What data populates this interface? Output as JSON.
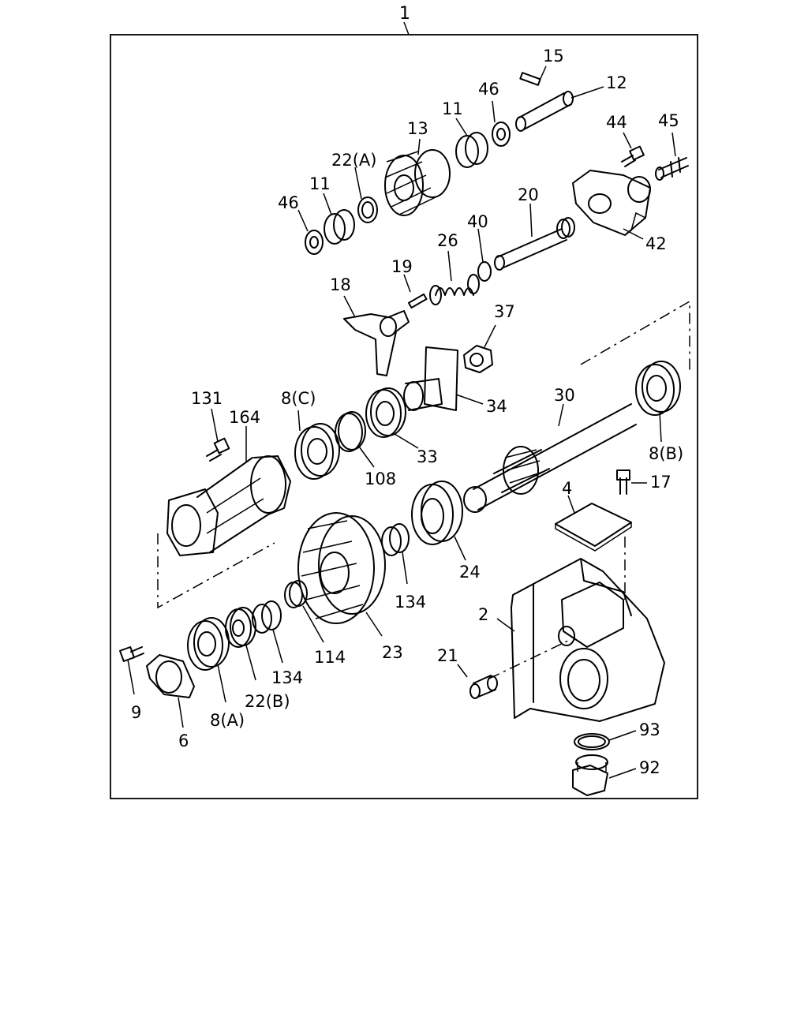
{
  "diagram_title_ref": "1",
  "callouts": {
    "p1": "1",
    "p2": "2",
    "p4": "4",
    "p6": "6",
    "p8a": "8(A)",
    "p8b": "8(B)",
    "p8c": "8(C)",
    "p9": "9",
    "p11a": "11",
    "p11b": "11",
    "p12": "12",
    "p13": "13",
    "p15": "15",
    "p17": "17",
    "p18": "18",
    "p19": "19",
    "p20": "20",
    "p21": "21",
    "p22a": "22(A)",
    "p22b": "22(B)",
    "p23": "23",
    "p24": "24",
    "p26": "26",
    "p30": "30",
    "p33": "33",
    "p34": "34",
    "p37": "37",
    "p40": "40",
    "p42": "42",
    "p44": "44",
    "p45": "45",
    "p46a": "46",
    "p46b": "46",
    "p92": "92",
    "p93": "93",
    "p108": "108",
    "p114": "114",
    "p131": "131",
    "p134a": "134",
    "p134b": "134",
    "p164": "164"
  }
}
